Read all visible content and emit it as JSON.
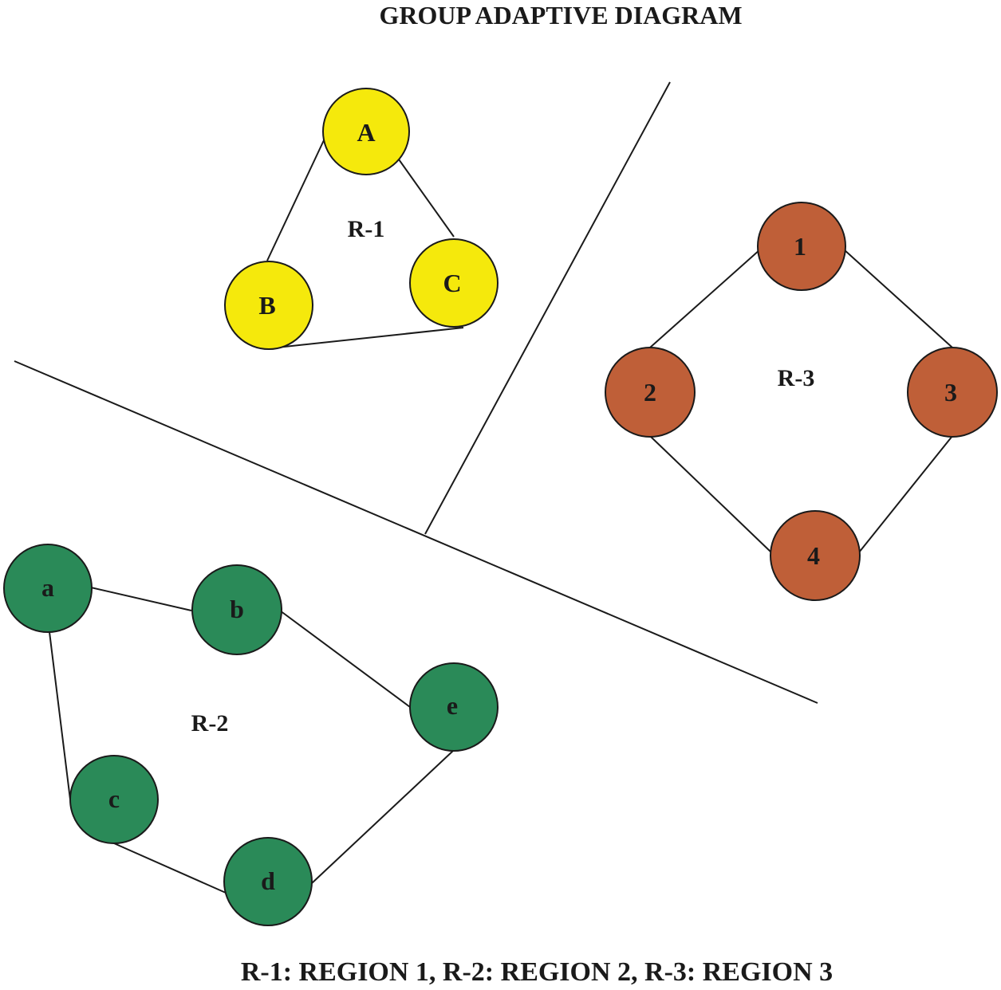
{
  "title": "GROUP ADAPTIVE DIAGRAM",
  "legend": "R-1: REGION 1, R-2: REGION 2, R-3: REGION 3",
  "colors": {
    "r1": "#f5e90c",
    "r2": "#2a8a58",
    "r3": "#bf5f38",
    "line": "#1a1a1a"
  },
  "regions": {
    "r1": {
      "label": "R-1",
      "nodes": {
        "A": "A",
        "B": "B",
        "C": "C"
      }
    },
    "r2": {
      "label": "R-2",
      "nodes": {
        "a": "a",
        "b": "b",
        "c": "c",
        "d": "d",
        "e": "e"
      }
    },
    "r3": {
      "label": "R-3",
      "nodes": {
        "n1": "1",
        "n2": "2",
        "n3": "3",
        "n4": "4"
      }
    }
  }
}
